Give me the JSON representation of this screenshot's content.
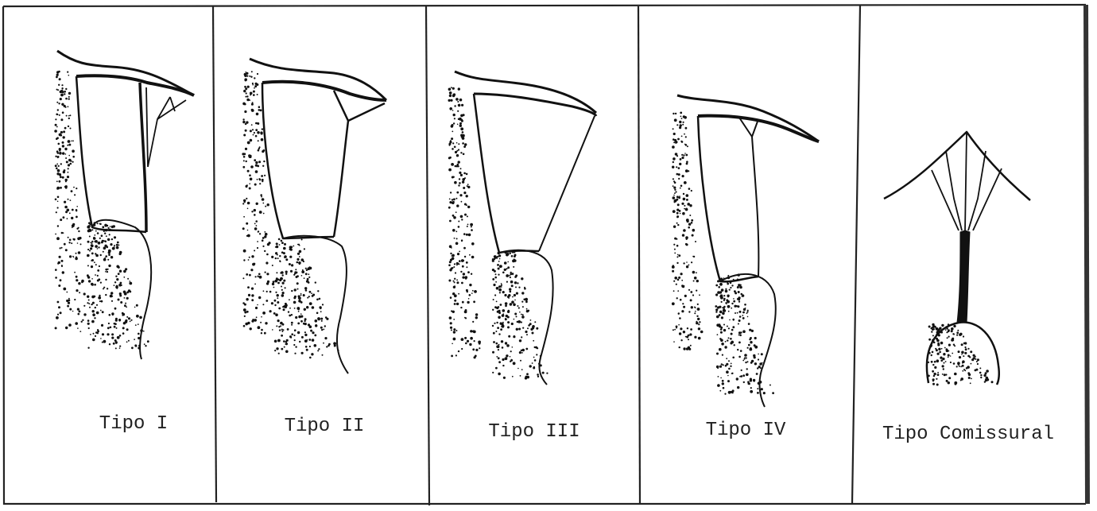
{
  "panels": [
    {
      "label": "Tipo I"
    },
    {
      "label": "Tipo II"
    },
    {
      "label": "Tipo III"
    },
    {
      "label": "Tipo IV"
    },
    {
      "label": "Tipo Comissural"
    }
  ],
  "colors": {
    "ink": "#111111",
    "paper": "#ffffff",
    "frame": "#222222"
  }
}
